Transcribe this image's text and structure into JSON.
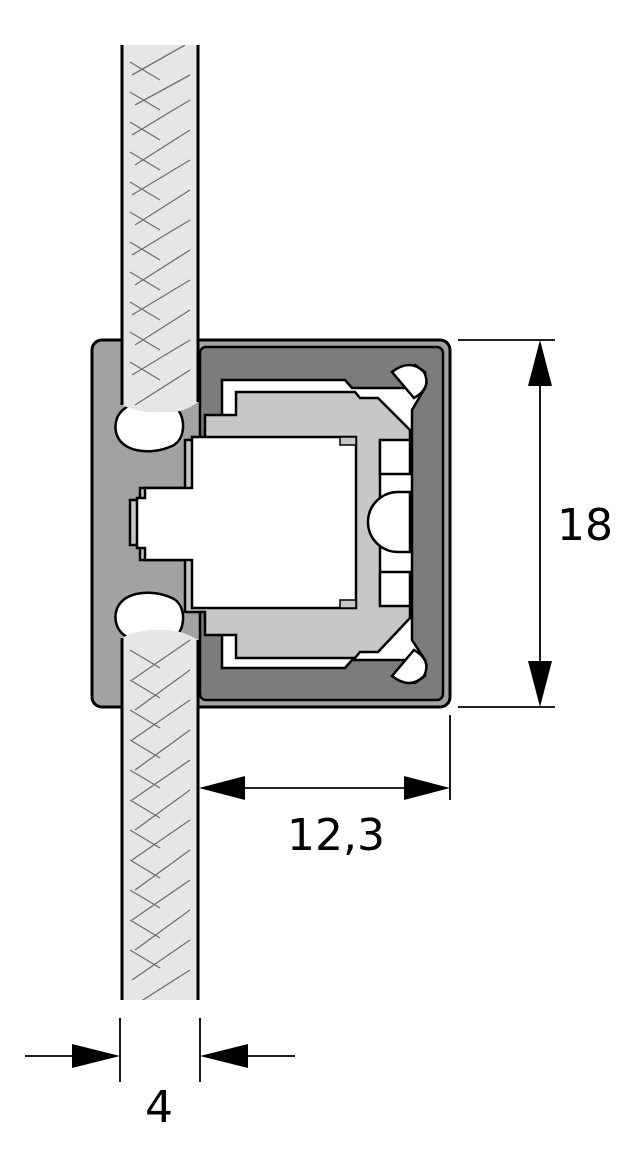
{
  "colors": {
    "background": "#ffffff",
    "panel_fill": "#e6e6e6",
    "profile_outer": "#a2a2a2",
    "profile_dark": "#7c7c7c",
    "profile_light": "#c7c7c7",
    "line": "#000000"
  },
  "dimensions": [
    {
      "id": "height",
      "label": "18"
    },
    {
      "id": "depth",
      "label": "12,3"
    },
    {
      "id": "panel_thickness",
      "label": "4"
    }
  ]
}
